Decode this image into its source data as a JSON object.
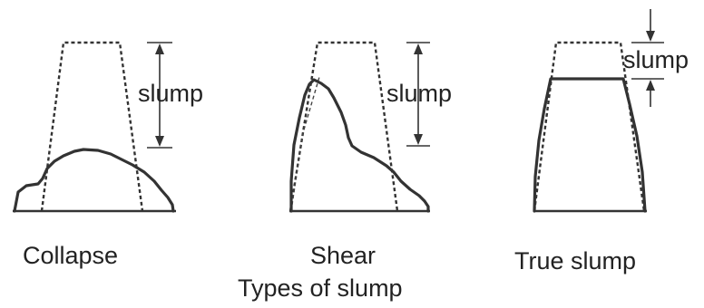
{
  "diagrams": {
    "collapse": {
      "label": "Collapse",
      "measure_label": "slump"
    },
    "shear": {
      "label": "Shear",
      "measure_label": "slump"
    },
    "true_slump": {
      "label": "True slump",
      "measure_label": "slump"
    }
  },
  "caption": "Types of slump"
}
